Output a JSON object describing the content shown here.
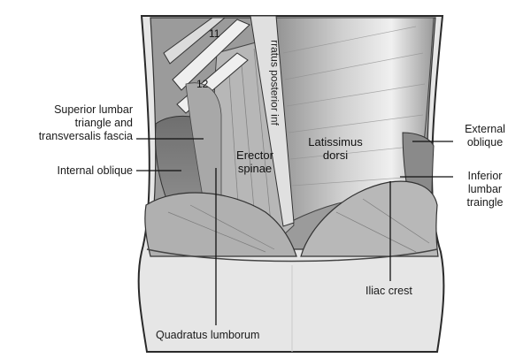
{
  "labels": {
    "superior_lumbar": [
      "Superior lumbar",
      "triangle and",
      "transversalis fascia"
    ],
    "internal_oblique": "Internal oblique",
    "external_oblique": [
      "External",
      "oblique"
    ],
    "inferior_lumbar": [
      "Inferior",
      "lumbar",
      "traingle"
    ],
    "iliac_crest": "Iliac crest",
    "quadratus_lumborum": "Quadratus lumborum",
    "erector_spinae": [
      "Erector",
      "spinae"
    ],
    "latissimus_dorsi": [
      "Latissimus",
      "dorsi"
    ],
    "serratus_posterior": "rratus posterior inf",
    "rib_11": "11",
    "rib_12": "12"
  }
}
